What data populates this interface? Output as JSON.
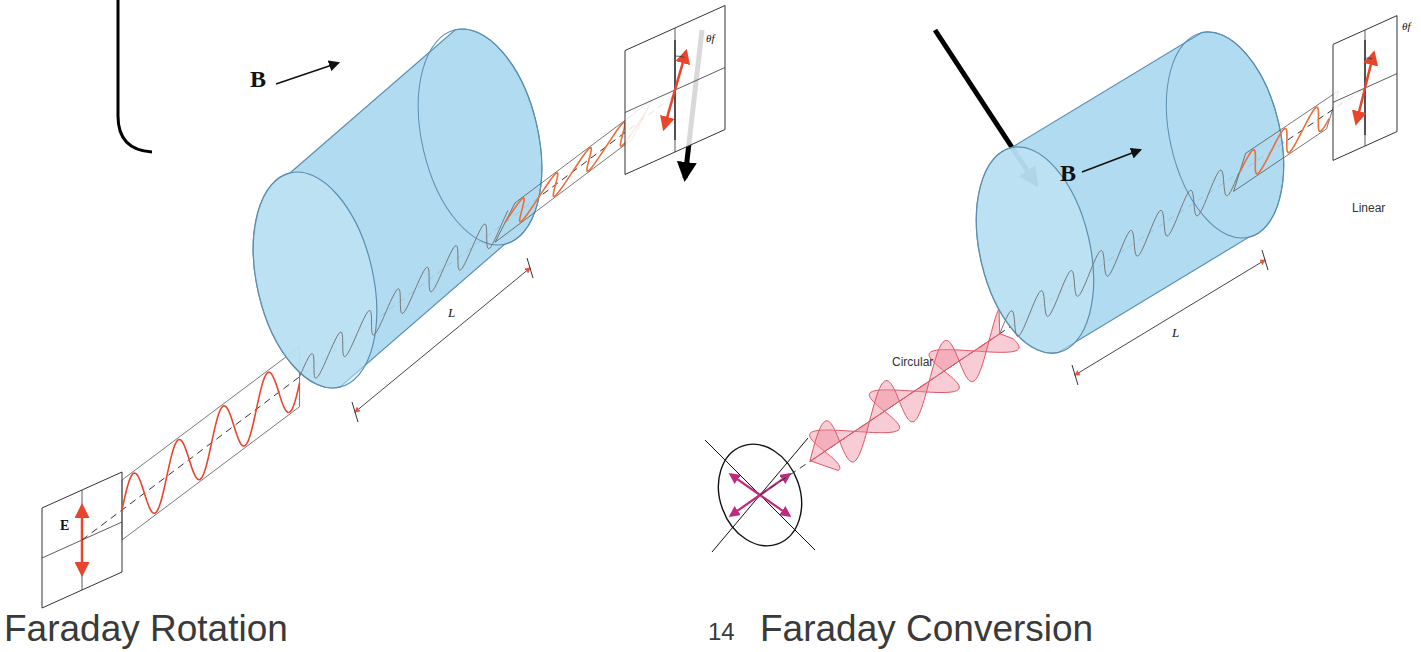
{
  "diagram": {
    "labels": [
      "B",
      "L",
      "E",
      "θf",
      "Faraday Rotation",
      "14",
      "B",
      "L",
      "Linear",
      "Circular",
      "θf",
      "Faraday Conversion"
    ]
  }
}
